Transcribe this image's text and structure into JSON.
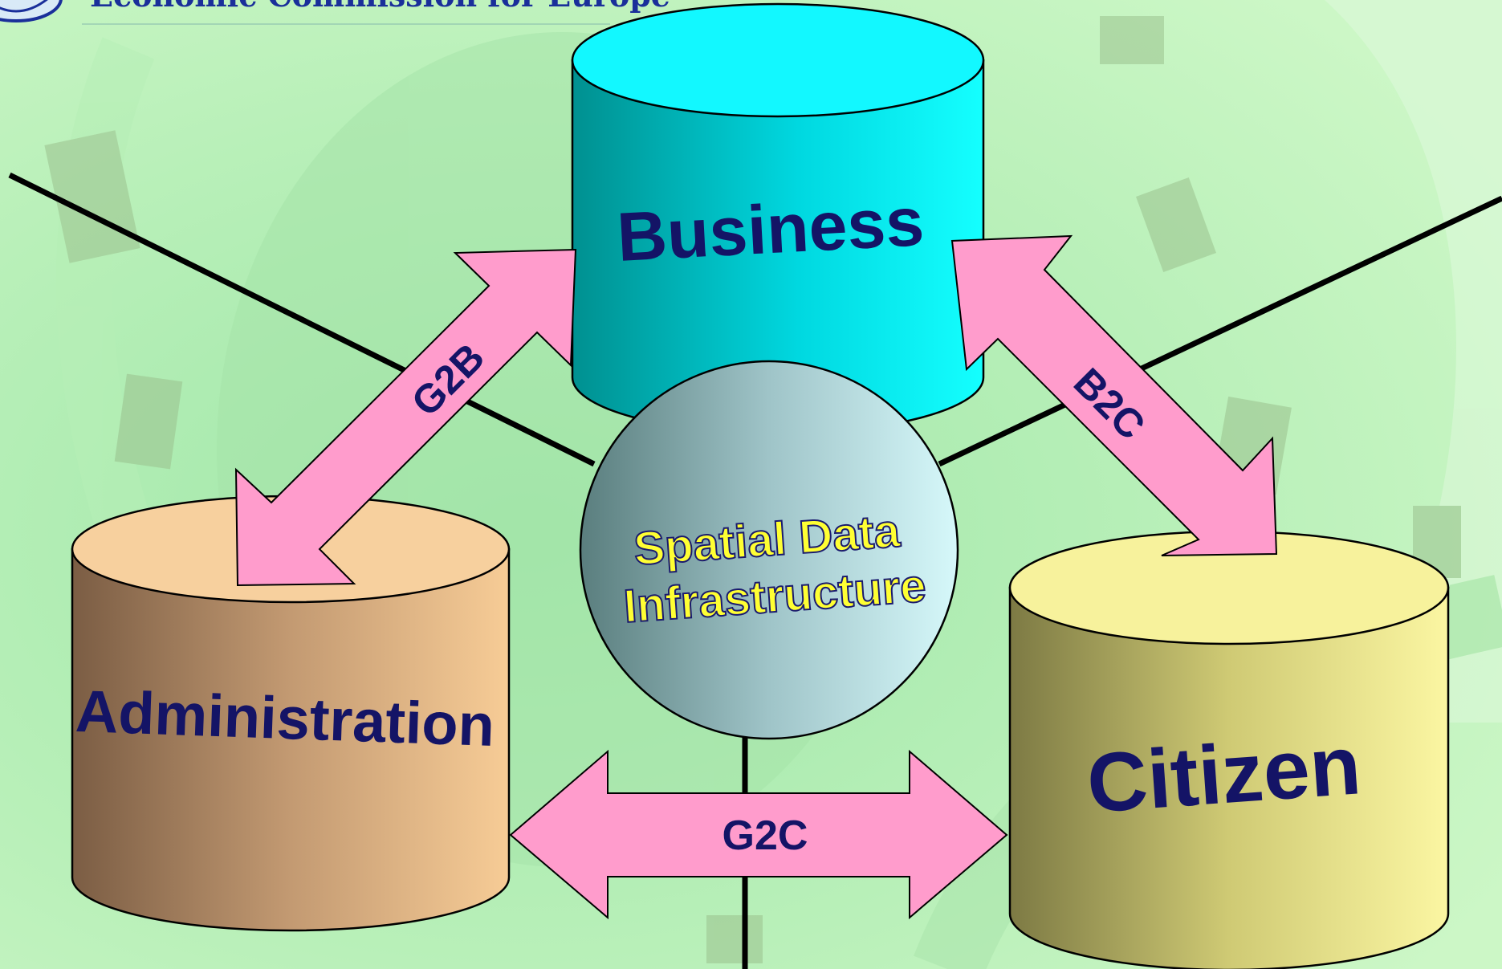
{
  "header": {
    "organization": "Economic Commission for Europe"
  },
  "diagram": {
    "center": {
      "line1": "Spatial Data",
      "line2": "Infrastructure"
    },
    "nodes": {
      "business": "Business",
      "administration": "Administration",
      "citizen": "Citizen"
    },
    "links": {
      "g2b": "G2B",
      "b2c": "B2C",
      "g2c": "G2C"
    }
  },
  "colors": {
    "background": "#c4f2c4",
    "business_cylinder": "#00e8ee",
    "administration_cylinder": "#f7cc96",
    "citizen_cylinder": "#f5f098",
    "arrow_fill": "#ff9ccc",
    "label_text": "#1a1a6e",
    "center_text": "#ffff33"
  }
}
